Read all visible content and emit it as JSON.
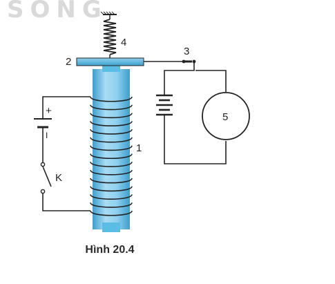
{
  "watermark": "SONG",
  "labels": {
    "coil": "1",
    "armature": "2",
    "contact": "3",
    "spring": "4",
    "device": "5",
    "plus": "+",
    "minus": "I",
    "switch": "K"
  },
  "caption": "Hình 20.4",
  "colors": {
    "core": "#8fd0ee",
    "core_dark": "#3d9fcf",
    "armature": "#5bbde4",
    "wire": "#222222"
  },
  "icons": {
    "spring": "spring-icon",
    "battery": "battery-icon",
    "switch": "switch-icon"
  }
}
